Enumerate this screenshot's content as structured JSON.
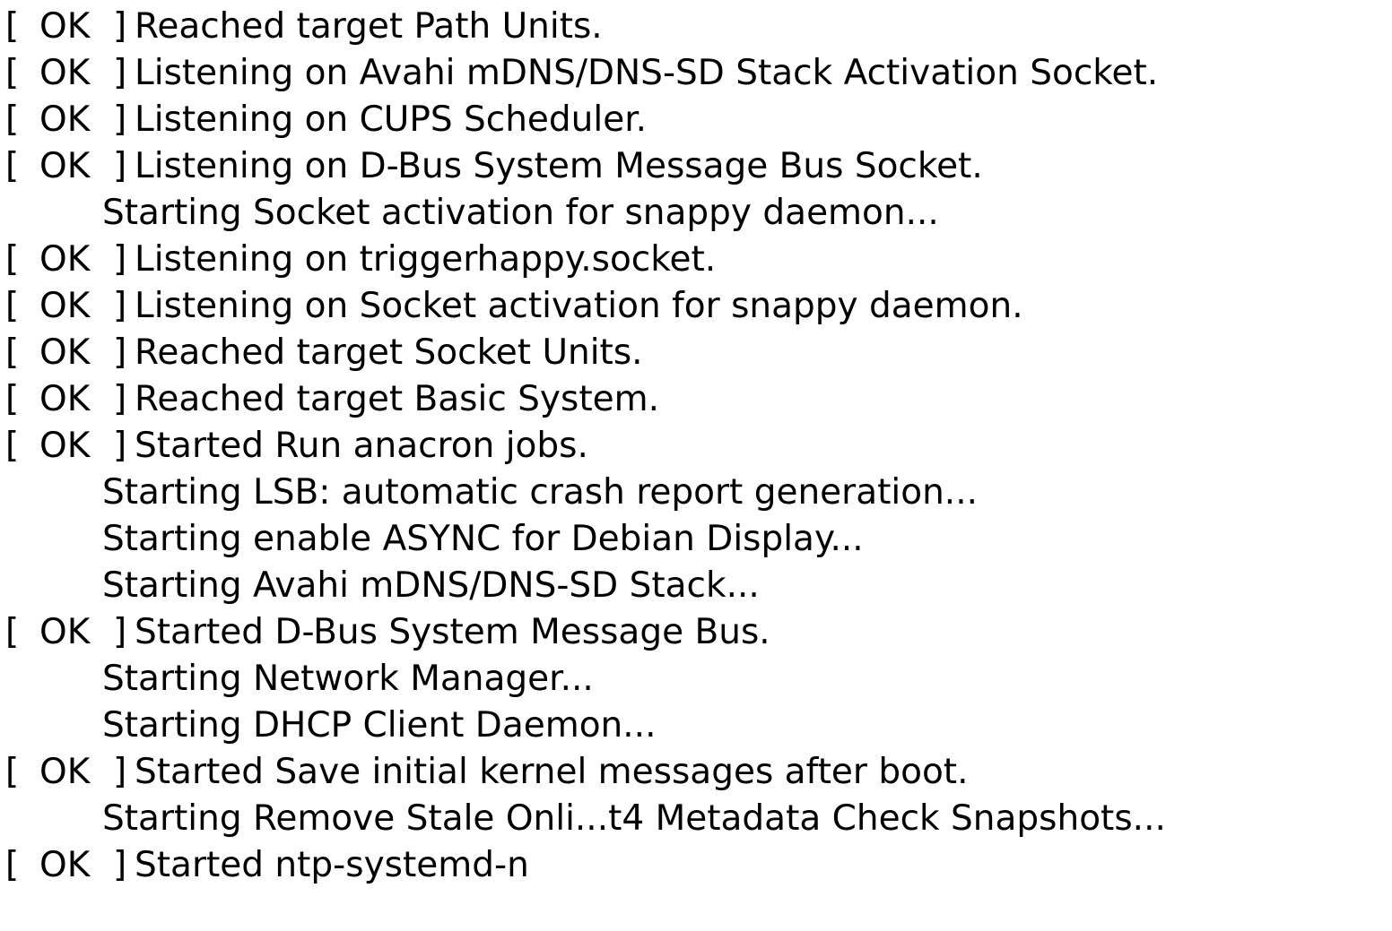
{
  "status_label": "OK",
  "bracket_open": "[",
  "bracket_close": "]",
  "lines": [
    {
      "ok": true,
      "text": "Reached target Path Units."
    },
    {
      "ok": true,
      "text": "Listening on Avahi mDNS/DNS-SD Stack Activation Socket."
    },
    {
      "ok": true,
      "text": "Listening on CUPS Scheduler."
    },
    {
      "ok": true,
      "text": "Listening on D-Bus System Message Bus Socket."
    },
    {
      "ok": false,
      "text": "Starting Socket activation for snappy daemon..."
    },
    {
      "ok": true,
      "text": "Listening on triggerhappy.socket."
    },
    {
      "ok": true,
      "text": "Listening on Socket activation for snappy daemon."
    },
    {
      "ok": true,
      "text": "Reached target Socket Units."
    },
    {
      "ok": true,
      "text": "Reached target Basic System."
    },
    {
      "ok": true,
      "text": "Started Run anacron jobs."
    },
    {
      "ok": false,
      "text": "Starting LSB: automatic crash report generation..."
    },
    {
      "ok": false,
      "text": "Starting enable ASYNC for Debian Display..."
    },
    {
      "ok": false,
      "text": "Starting Avahi mDNS/DNS-SD Stack..."
    },
    {
      "ok": true,
      "text": "Started D-Bus System Message Bus."
    },
    {
      "ok": false,
      "text": "Starting Network Manager..."
    },
    {
      "ok": false,
      "text": "Starting DHCP Client Daemon..."
    },
    {
      "ok": true,
      "text": "Started Save initial kernel messages after boot."
    },
    {
      "ok": false,
      "text": "Starting Remove Stale Onli...t4 Metadata Check Snapshots..."
    },
    {
      "ok": true,
      "text": "Started ntp-systemd-n"
    }
  ]
}
